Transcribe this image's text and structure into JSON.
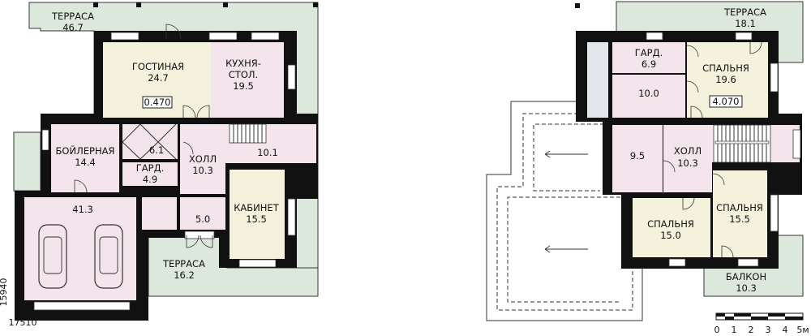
{
  "floor1": {
    "terrace_top": {
      "label": "ТЕРРАСА",
      "area": "46.7"
    },
    "living": {
      "label": "ГОСТИНАЯ",
      "area": "24.7",
      "level": "0.470"
    },
    "kitchen": {
      "label1": "КУХНЯ-",
      "label2": "СТОЛ.",
      "area": "19.5"
    },
    "boiler": {
      "label": "БОЙЛЕРНАЯ",
      "area": "14.4"
    },
    "bath": {
      "area": "6.1"
    },
    "wardrobe": {
      "label": "ГАРД.",
      "area": "4.9"
    },
    "hall": {
      "label": "ХОЛЛ",
      "area": "10.3"
    },
    "hall2": {
      "area": "10.1"
    },
    "office": {
      "label": "КАБИНЕТ",
      "area": "15.5"
    },
    "garage": {
      "area": "41.3"
    },
    "vestibule": {
      "area": "5.0"
    },
    "terrace_bottom": {
      "label": "ТЕРРАСА",
      "area": "16.2"
    },
    "dim_height": "15940",
    "dim_width": "17510"
  },
  "floor2": {
    "terrace": {
      "label": "ТЕРРАСА",
      "area": "18.1"
    },
    "wardrobe": {
      "label": "ГАРД.",
      "area": "6.9"
    },
    "bath1": {
      "area": "10.0"
    },
    "bedroom1": {
      "label": "СПАЛЬНЯ",
      "area": "19.6",
      "level": "4.070"
    },
    "bath2": {
      "area": "9.5"
    },
    "hall": {
      "label": "ХОЛЛ",
      "area": "10.3"
    },
    "bedroom2": {
      "label": "СПАЛЬНЯ",
      "area": "15.0"
    },
    "bedroom3": {
      "label": "СПАЛЬНЯ",
      "area": "15.5"
    },
    "balcony": {
      "label": "БАЛКОН",
      "area": "10.3"
    }
  },
  "scale": {
    "labels": [
      "0",
      "1",
      "2",
      "3",
      "4",
      "5м"
    ]
  }
}
